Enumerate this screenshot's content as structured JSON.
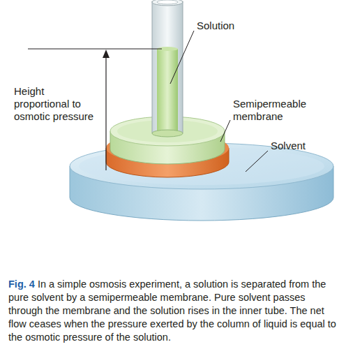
{
  "diagram": {
    "caption": "In a simple osmosis experiment, a solution is separated from the pure solvent by a semipermeable membrane. Pure solvent passes through the membrane and the solution rises in the inner tube. The net flow ceases when the pressure exerted by the column of liquid is equal to the osmotic pressure of the solution.",
    "labels": [
      "Height proportional to osmotic pressure",
      "Solution",
      "Semipermeable membrane",
      "Solvent",
      "Fig. 4"
    ]
  }
}
